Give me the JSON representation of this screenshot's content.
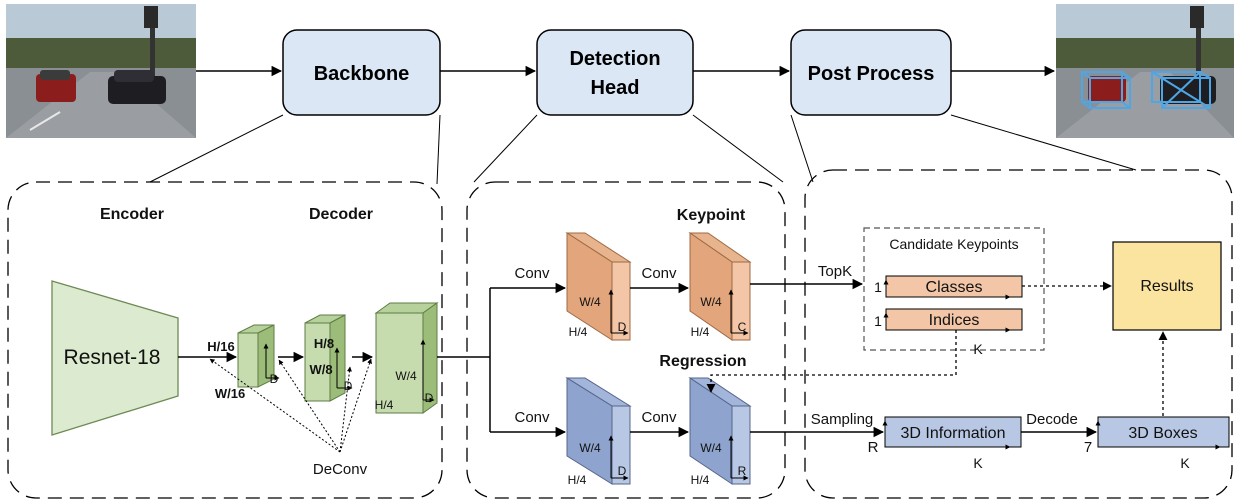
{
  "stages": {
    "backbone": "Backbone",
    "detection_head_line1": "Detection",
    "detection_head_line2": "Head",
    "post_process": "Post Process"
  },
  "backbone_panel": {
    "encoder": "Encoder",
    "decoder": "Decoder",
    "resnet": "Resnet-18",
    "deconv": "DeConv",
    "h16": "H/16",
    "w16": "W/16",
    "d": "D",
    "h8": "H/8",
    "w8": "W/8",
    "w4": "W/4",
    "h4": "H/4"
  },
  "head_panel": {
    "keypoint": "Keypoint",
    "regression": "Regression",
    "conv": "Conv",
    "w4": "W/4",
    "h4": "H/4",
    "d": "D",
    "c": "C",
    "r": "R"
  },
  "post_panel": {
    "candidate_keypoints": "Candidate Keypoints",
    "classes": "Classes",
    "indices": "Indices",
    "one": "1",
    "k": "K",
    "topk": "TopK",
    "results": "Results",
    "sampling": "Sampling",
    "r": "R",
    "info3d": "3D Information",
    "decode": "Decode",
    "seven": "7",
    "boxes3d": "3D Boxes"
  },
  "colors": {
    "stage_fill": "#dbe7f5",
    "green_front": "#c6dcae",
    "green_side": "#9cbd79",
    "orange_front": "#f2c6a6",
    "orange_side": "#e3a57c",
    "blue_front": "#b8c7e3",
    "blue_side": "#8ea3cd",
    "results_fill": "#fbe3a0",
    "resnet_fill": "#dcebcf"
  }
}
